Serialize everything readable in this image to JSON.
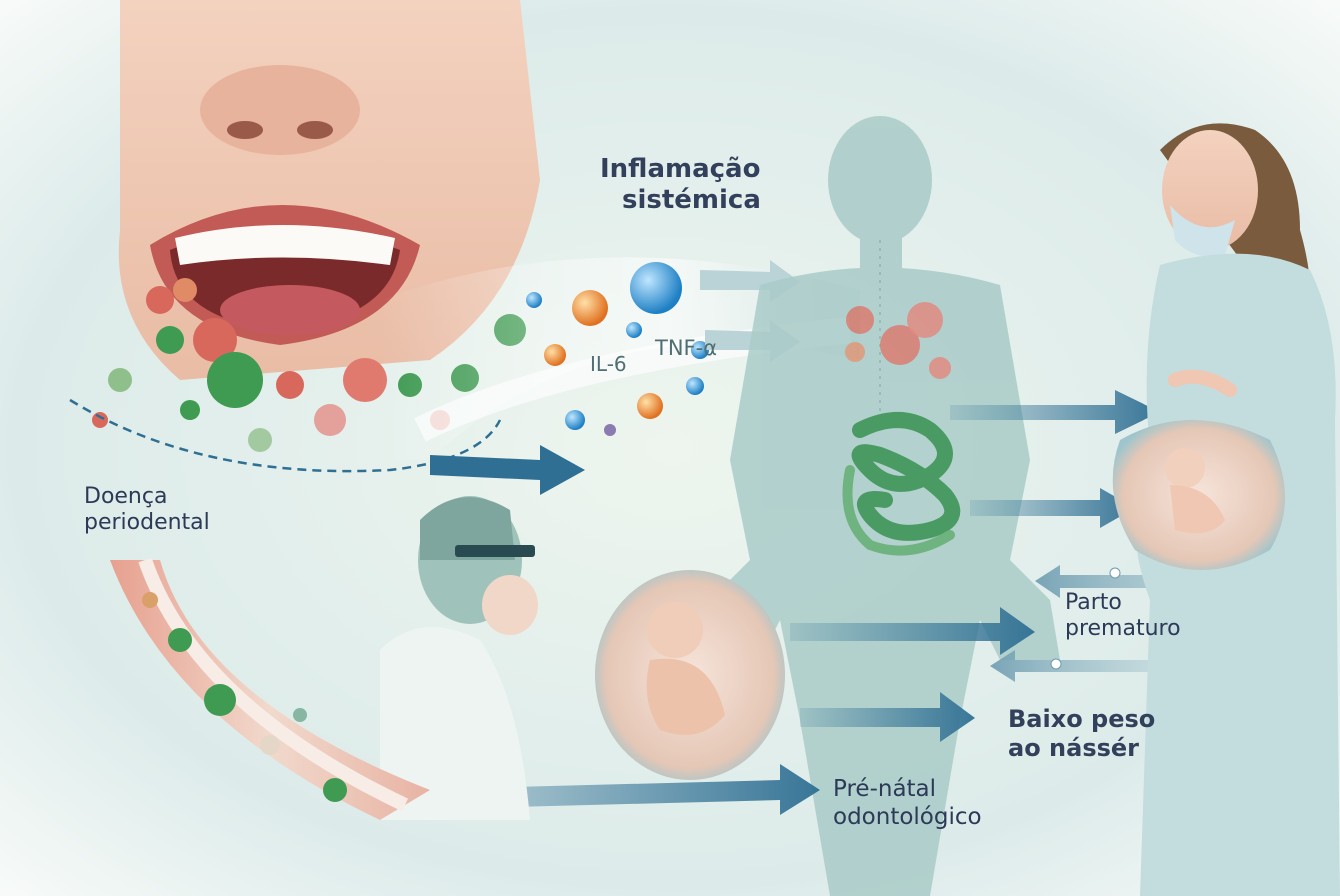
{
  "labels": {
    "inflammation": [
      "Inflamação",
      "sistémica"
    ],
    "il6": "IL-6",
    "tnf": "TNF-α",
    "periodontal": [
      "Doença",
      "periodental"
    ],
    "preterm": [
      "Parto",
      "prematuro"
    ],
    "low_weight": [
      "Baixo peso",
      "ao nássér"
    ],
    "prenatal": [
      "Pré-nátal",
      "odontológico"
    ]
  },
  "colors": {
    "arrow": "#2f6f93",
    "arrow_light": "#b9d3d7",
    "gum": "#c9675a",
    "bacteria_green": "#3f9a52",
    "bacteria_red": "#d9685c",
    "body_silhouette": "#a9cbc8",
    "text": "#2c3a57"
  },
  "icons": [
    "mouth-illustration",
    "bacteria-cluster",
    "blood-vessel",
    "human-silhouette",
    "intestine-icon",
    "pregnant-woman-illustration",
    "fetus-icon",
    "dentist-illustration"
  ]
}
